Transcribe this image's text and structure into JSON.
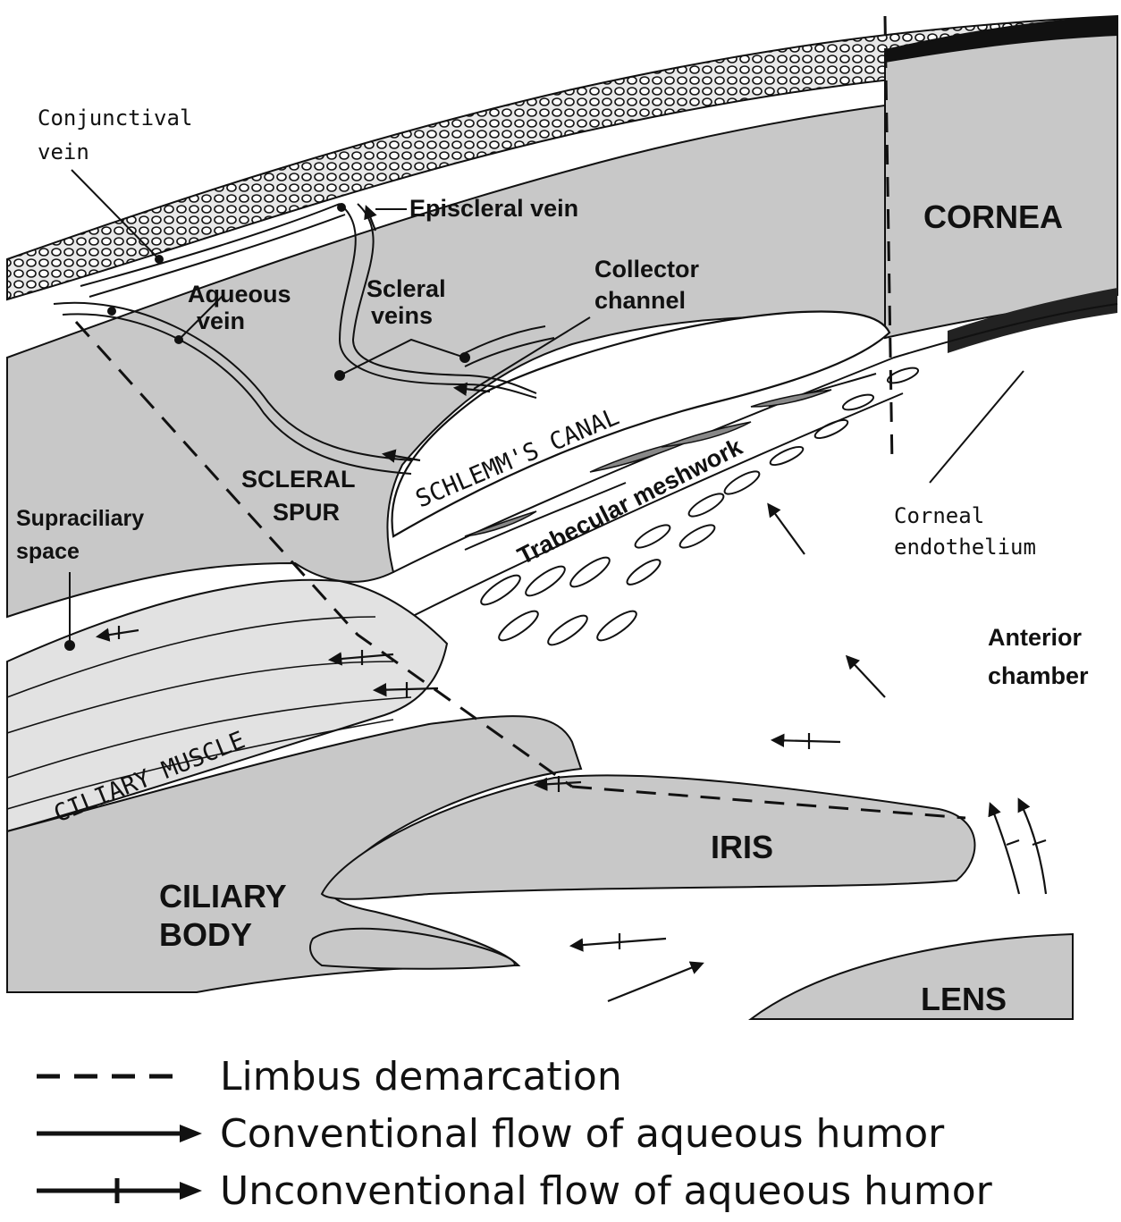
{
  "labels": {
    "conjunctival_vein_1": "Conjunctival",
    "conjunctival_vein_2": "vein",
    "episcleral_vein": "Episcleral vein",
    "cornea": "CORNEA",
    "collector_channel_1": "Collector",
    "collector_channel_2": "channel",
    "aqueous_vein_1": "Aqueous",
    "aqueous_vein_2": "vein",
    "scleral_veins_1": "Scleral",
    "scleral_veins_2": "veins",
    "schlemms_canal": "SCHLEMM'S CANAL",
    "trabecular_meshwork": "Trabecular meshwork",
    "scleral_spur_1": "SCLERAL",
    "scleral_spur_2": "SPUR",
    "supraciliary_space_1": "Supraciliary",
    "supraciliary_space_2": "space",
    "corneal_endothelium_1": "Corneal",
    "corneal_endothelium_2": "endothelium",
    "anterior_chamber_1": "Anterior",
    "anterior_chamber_2": "chamber",
    "ciliary_muscle": "CILIARY MUSCLE",
    "iris": "IRIS",
    "ciliary_body_1": "CILIARY",
    "ciliary_body_2": "BODY",
    "lens": "LENS"
  },
  "legend": {
    "limbus": "Limbus demarcation",
    "conventional": "Conventional flow of aqueous humor",
    "unconventional": "Unconventional flow of aqueous humor"
  },
  "colors": {
    "tissue": "#c8c8c8",
    "line": "#111111",
    "background": "#ffffff"
  }
}
